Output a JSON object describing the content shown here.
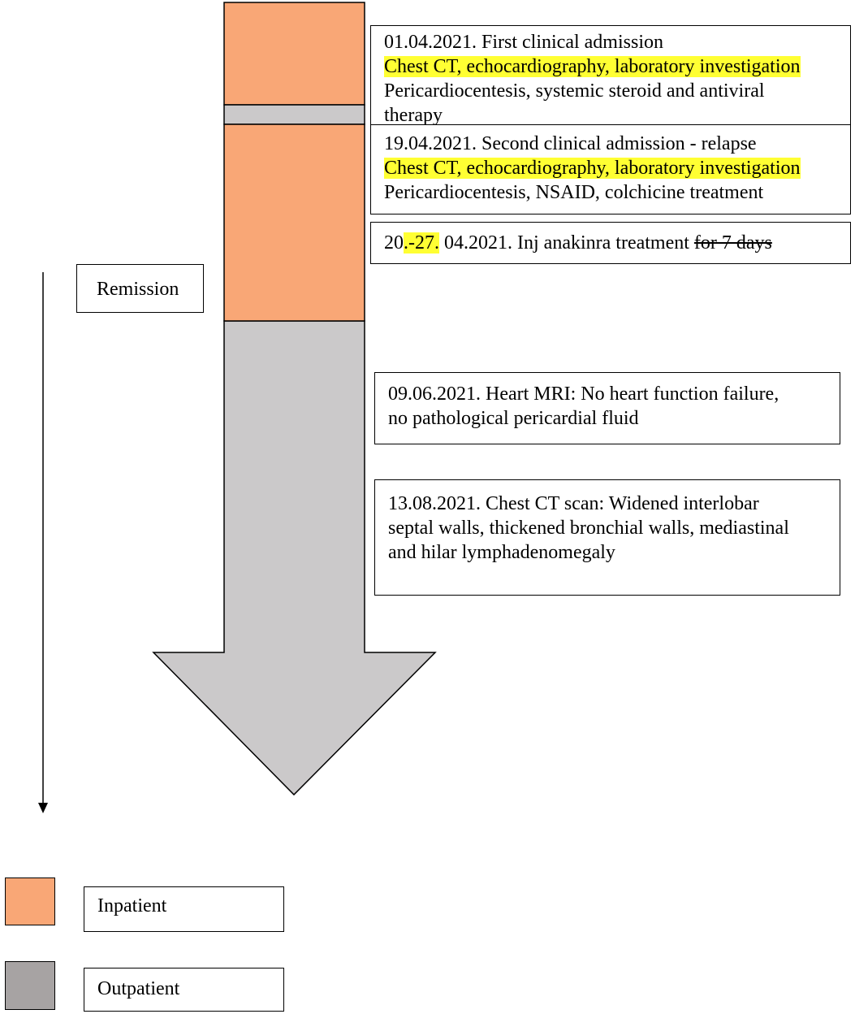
{
  "colors": {
    "inpatient": "#f9a776",
    "outpatient": "#cbc9ca",
    "outpatient_legend": "#a7a3a3",
    "highlight": "#ffff33"
  },
  "events": [
    {
      "date": "01.04.2021. First clinical admission",
      "highlight": "Chest CT, echocardiography, laboratory investigation",
      "treatment_1": "Pericardiocentesis, systemic steroid and antiviral",
      "treatment_2": "therapy"
    },
    {
      "date": "19.04.2021. Second clinical admission - relapse",
      "highlight": "Chest CT, echocardiography, laboratory investigation",
      "treatment_1": "Pericardiocentesis, NSAID, colchicine treatment"
    },
    {
      "date_start": "20",
      "date_highlight": ".-27.",
      "date_end": " 04.2021. Inj anakinra treatment ",
      "struck": "for 7 days"
    },
    {
      "line_1": "09.06.2021. Heart MRI: No heart function failure,",
      "line_2": "no pathological pericardial fluid"
    },
    {
      "line_1": "13.08.2021. Chest CT scan: Widened interlobar",
      "line_2": "septal walls, thickened bronchial walls, mediastinal",
      "line_3": "and hilar lymphadenomegaly"
    }
  ],
  "remission_label": "Remission",
  "legend": {
    "inpatient": "Inpatient",
    "outpatient": "Outpatient"
  }
}
